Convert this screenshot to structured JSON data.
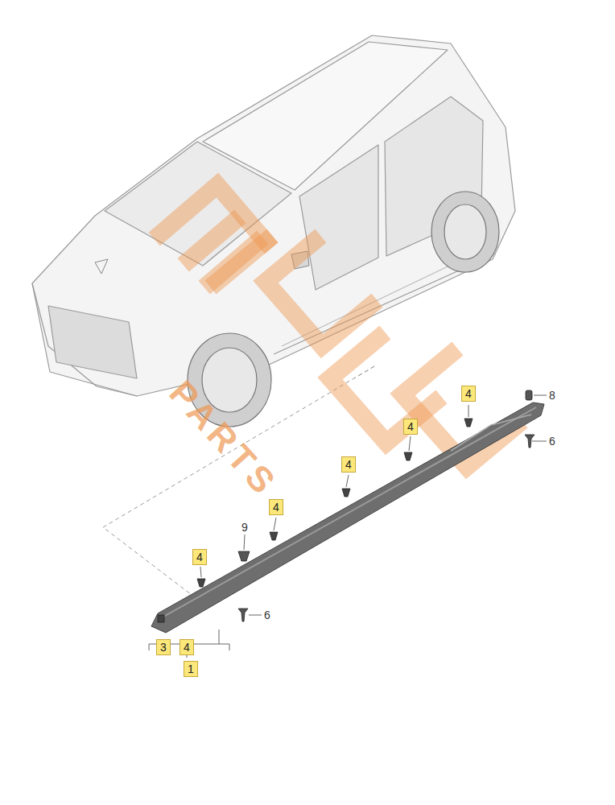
{
  "diagram": {
    "nodes": [
      {
        "text": [
          "4"
        ]
      },
      {
        "text": [
          "4"
        ]
      },
      {
        "text": [
          "4"
        ]
      },
      {
        "text": [
          "4"
        ]
      },
      {
        "text": [
          "4"
        ]
      },
      {
        "text": [
          "3"
        ]
      },
      {
        "text": [
          "4"
        ]
      },
      {
        "text": [
          "1"
        ]
      }
    ],
    "labels": [
      "8",
      "6",
      "9",
      "6",
      "PARTS"
    ]
  }
}
